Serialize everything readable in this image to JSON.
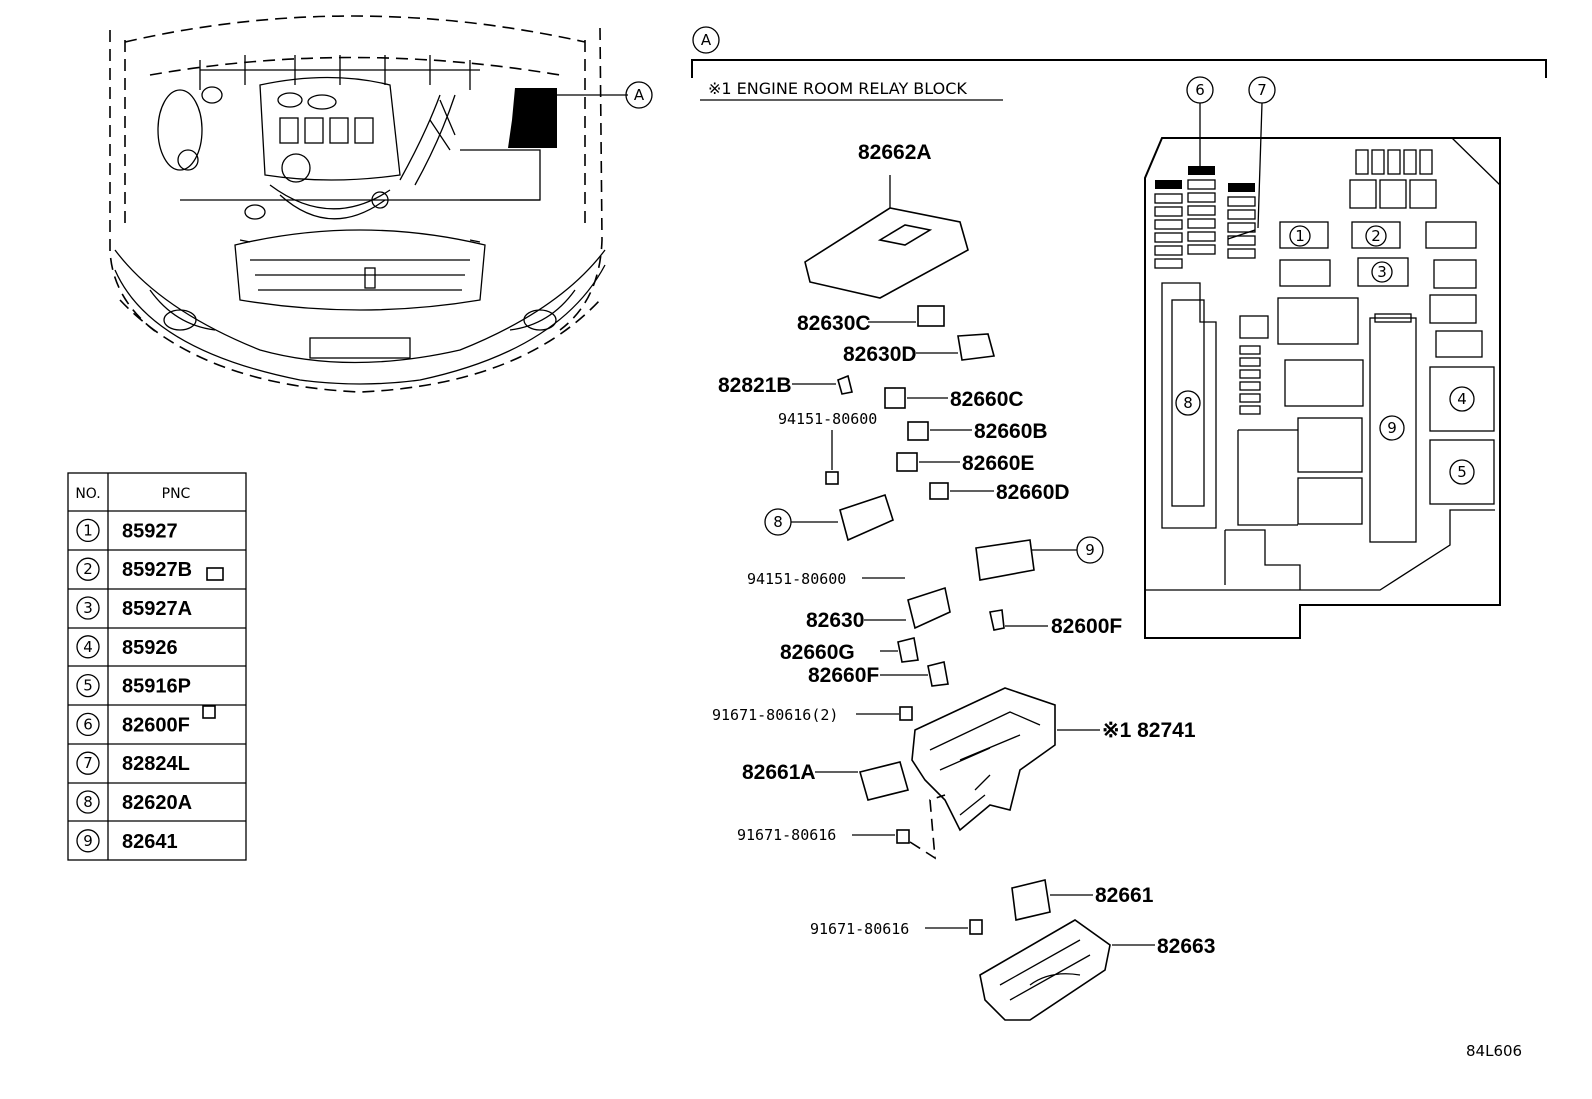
{
  "section_marker": "A",
  "section_title": "※1 ENGINE ROOM RELAY BLOCK",
  "reference_code": "84L606",
  "table": {
    "header_no": "NO.",
    "header_pnc": "PNC",
    "rows": [
      {
        "no": "1",
        "pnc": "85927"
      },
      {
        "no": "2",
        "pnc": "85927B"
      },
      {
        "no": "3",
        "pnc": "85927A"
      },
      {
        "no": "4",
        "pnc": "85926"
      },
      {
        "no": "5",
        "pnc": "85916P"
      },
      {
        "no": "6",
        "pnc": "82600F"
      },
      {
        "no": "7",
        "pnc": "82824L"
      },
      {
        "no": "8",
        "pnc": "82620A"
      },
      {
        "no": "9",
        "pnc": "82641"
      }
    ]
  },
  "parts": {
    "p82662A": "82662A",
    "p82630C": "82630C",
    "p82630D": "82630D",
    "p82821B": "82821B",
    "p94151a": "94151-80600",
    "p82660C": "82660C",
    "p82660B": "82660B",
    "p82660E": "82660E",
    "p82660D": "82660D",
    "p94151b": "94151-80600",
    "p82630": "82630",
    "p82600F": "82600F",
    "p82660G": "82660G",
    "p82660F": "82660F",
    "p91671q2": "91671-80616(2)",
    "p82741": "※1 82741",
    "p82661A": "82661A",
    "p91671a": "91671-80616",
    "p82661": "82661",
    "p91671b": "91671-80616",
    "p82663": "82663"
  },
  "callouts": {
    "c6": "6",
    "c7": "7",
    "c8": "8",
    "c9": "9",
    "b1": "1",
    "b2": "2",
    "b3": "3",
    "b4": "4",
    "b5": "5",
    "b8": "8",
    "b9": "9",
    "car_A": "A"
  }
}
